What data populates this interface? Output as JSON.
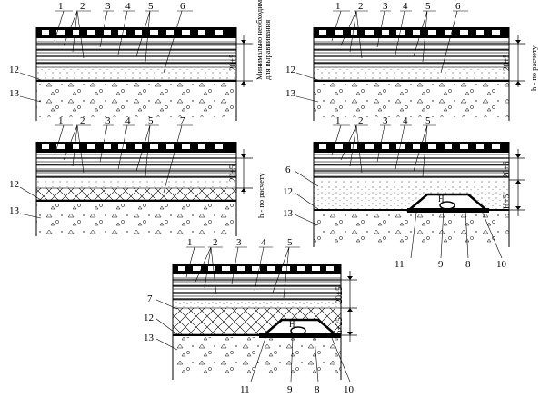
{
  "panels": [
    {
      "id": "a",
      "callouts_top": [
        "1",
        "2",
        "3",
        "4",
        "5",
        "6"
      ],
      "callouts_side": [
        "12",
        "13"
      ],
      "dim": "20±5",
      "note_lines": [
        "Минимально необходимый",
        "для выравнивания"
      ]
    },
    {
      "id": "b",
      "callouts_top": [
        "1",
        "2",
        "3",
        "4",
        "5",
        "6"
      ],
      "callouts_side": [
        "12",
        "13"
      ],
      "dim": "20±5",
      "note_lines": [
        "h - по расчету"
      ]
    },
    {
      "id": "c",
      "callouts_top": [
        "1",
        "2",
        "3",
        "4",
        "5",
        "7"
      ],
      "callouts_side": [
        "12",
        "13"
      ],
      "dim": "20±5",
      "note_lines": [
        "h - по расчету"
      ]
    },
    {
      "id": "d",
      "callouts_top": [
        "1",
        "2",
        "3",
        "4",
        "5"
      ],
      "callouts_side": [
        "6",
        "12",
        "13"
      ],
      "callouts_bottom": [
        "11",
        "9",
        "8",
        "10"
      ],
      "dim": "20±5",
      "dim2": "H+5",
      "h_mark": "H"
    },
    {
      "id": "e",
      "callouts_top": [
        "1",
        "2",
        "3",
        "4",
        "5"
      ],
      "callouts_side": [
        "7",
        "12",
        "13"
      ],
      "callouts_bottom": [
        "11",
        "9",
        "8",
        "10"
      ],
      "dim": "20±5",
      "dim2": "h+25",
      "h_mark": "H"
    }
  ]
}
